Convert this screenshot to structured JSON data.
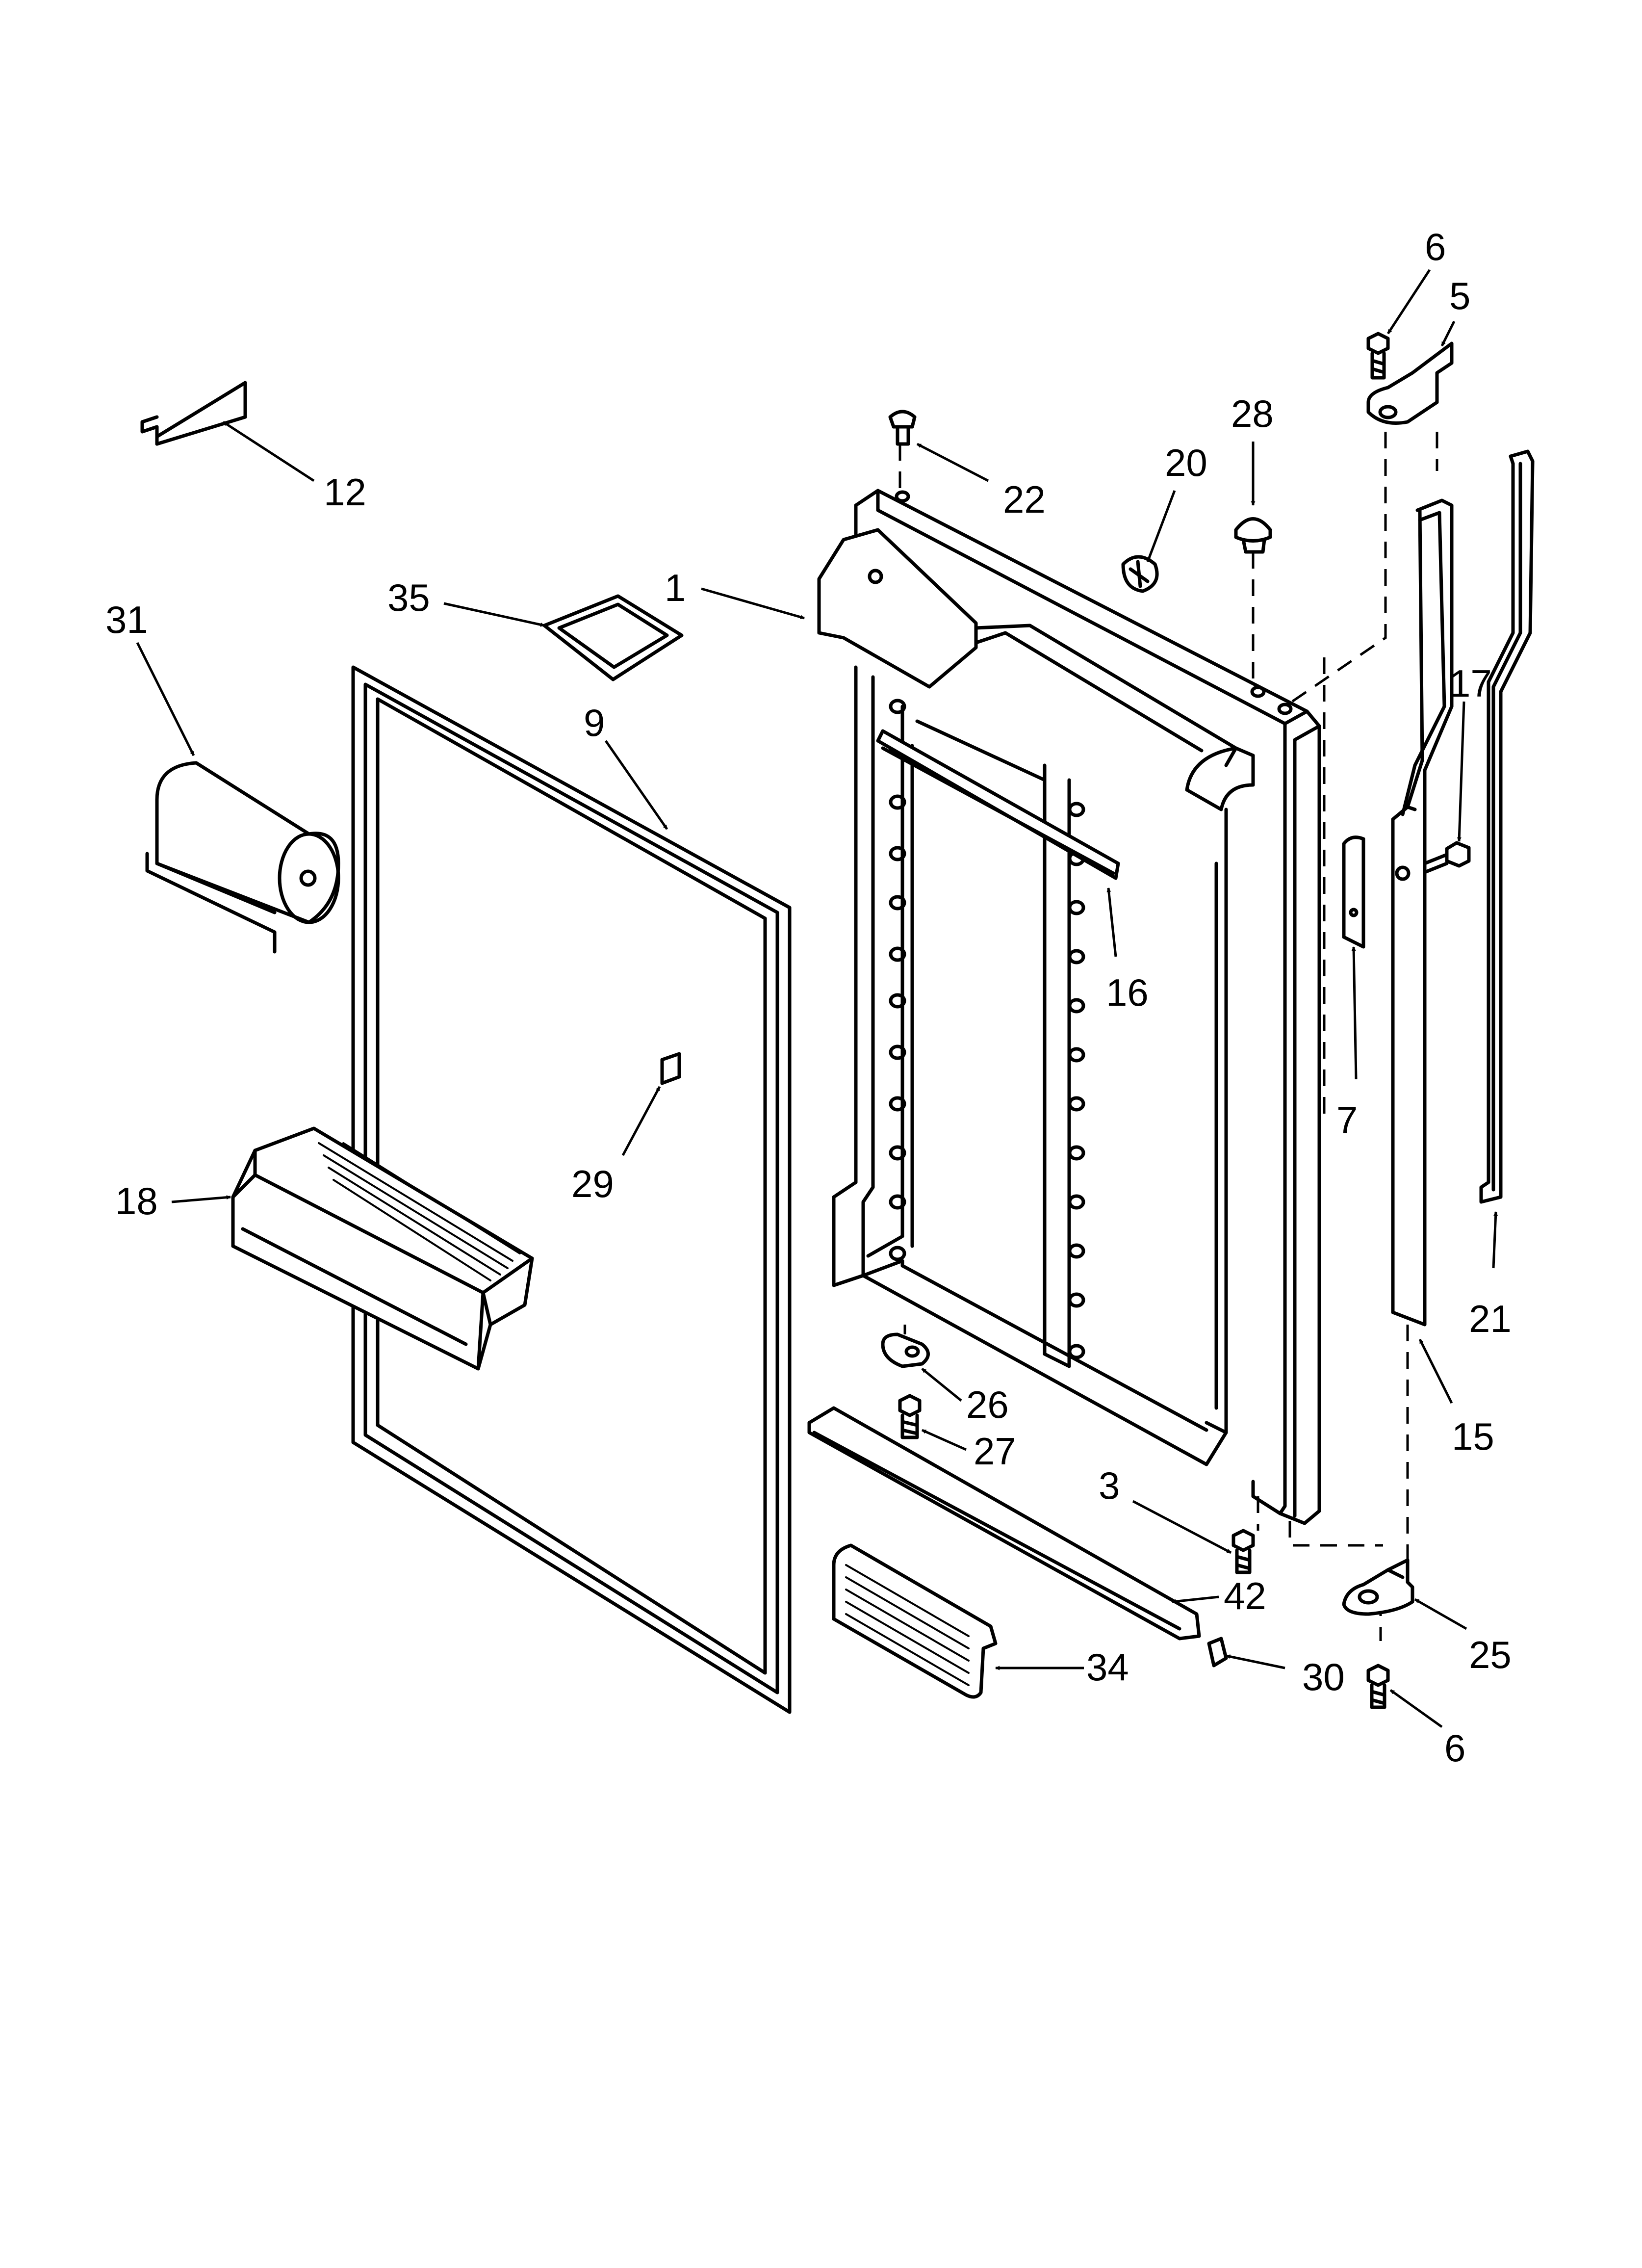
{
  "callouts": [
    {
      "id": "c1",
      "label": "1"
    },
    {
      "id": "c3",
      "label": "3"
    },
    {
      "id": "c5",
      "label": "5"
    },
    {
      "id": "c6-top",
      "label": "6"
    },
    {
      "id": "c6-bottom",
      "label": "6"
    },
    {
      "id": "c7",
      "label": "7"
    },
    {
      "id": "c9",
      "label": "9"
    },
    {
      "id": "c12",
      "label": "12"
    },
    {
      "id": "c15",
      "label": "15"
    },
    {
      "id": "c16",
      "label": "16"
    },
    {
      "id": "c17",
      "label": "17"
    },
    {
      "id": "c18",
      "label": "18"
    },
    {
      "id": "c20",
      "label": "20"
    },
    {
      "id": "c21",
      "label": "21"
    },
    {
      "id": "c22",
      "label": "22"
    },
    {
      "id": "c25",
      "label": "25"
    },
    {
      "id": "c26",
      "label": "26"
    },
    {
      "id": "c27",
      "label": "27"
    },
    {
      "id": "c28",
      "label": "28"
    },
    {
      "id": "c29",
      "label": "29"
    },
    {
      "id": "c30",
      "label": "30"
    },
    {
      "id": "c31",
      "label": "31"
    },
    {
      "id": "c34",
      "label": "34"
    },
    {
      "id": "c35",
      "label": "35"
    },
    {
      "id": "c42",
      "label": "42"
    }
  ]
}
